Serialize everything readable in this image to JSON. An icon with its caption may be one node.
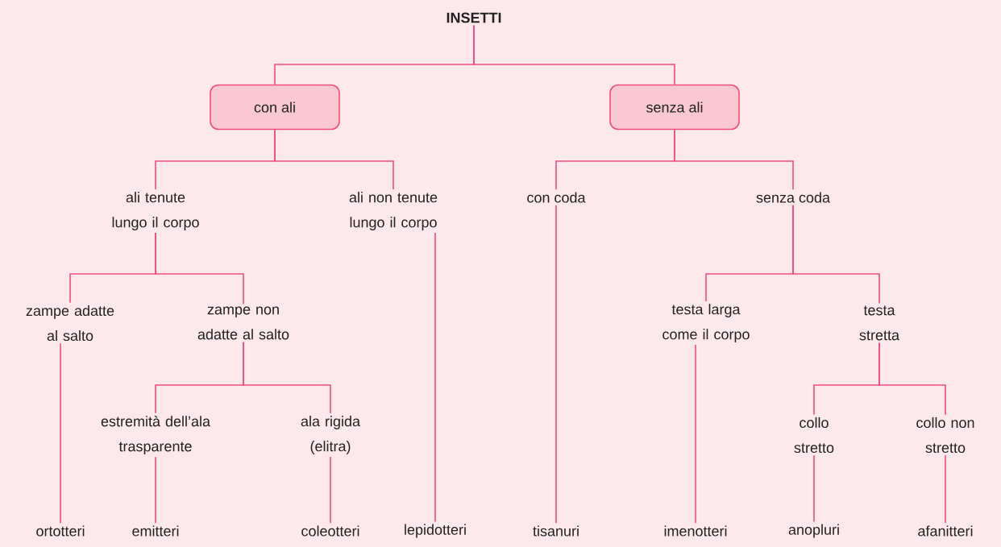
{
  "diagram": {
    "nodes": [
      {
        "text": [
          "INSETTI"
        ]
      },
      {
        "text": [
          "con ali"
        ]
      },
      {
        "text": [
          "senza ali"
        ]
      },
      {
        "text": [
          "ali tenute lungo il corpo"
        ]
      },
      {
        "text": [
          "ali non tenute lungo il corpo"
        ]
      },
      {
        "text": [
          "con coda"
        ]
      },
      {
        "text": [
          "senza coda"
        ]
      },
      {
        "text": [
          "zampe adatte al salto"
        ]
      },
      {
        "text": [
          "zampe non adatte al salto"
        ]
      },
      {
        "text": [
          "testa larga come il corpo"
        ]
      },
      {
        "text": [
          "testa stretta"
        ]
      },
      {
        "text": [
          "estremità dell’ala trasparente"
        ]
      },
      {
        "text": [
          "ala rigida (elitra)"
        ]
      },
      {
        "text": [
          "collo stretto"
        ]
      },
      {
        "text": [
          "collo non stretto"
        ]
      },
      {
        "text": [
          "ortotteri"
        ]
      },
      {
        "text": [
          "emitteri"
        ]
      },
      {
        "text": [
          "coleotteri"
        ]
      },
      {
        "text": [
          "lepidotteri"
        ]
      },
      {
        "text": [
          "tisanuri"
        ]
      },
      {
        "text": [
          "imenotteri"
        ]
      },
      {
        "text": [
          "anopluri"
        ]
      },
      {
        "text": [
          "afanitteri"
        ]
      }
    ],
    "edges": [
      {
        "from": 0,
        "to": 1,
        "arrow": "none"
      },
      {
        "from": 0,
        "to": 2,
        "arrow": "none"
      },
      {
        "from": 1,
        "to": 3,
        "arrow": "none"
      },
      {
        "from": 1,
        "to": 4,
        "arrow": "none"
      },
      {
        "from": 2,
        "to": 5,
        "arrow": "none"
      },
      {
        "from": 2,
        "to": 6,
        "arrow": "none"
      },
      {
        "from": 3,
        "to": 7,
        "arrow": "none"
      },
      {
        "from": 3,
        "to": 8,
        "arrow": "none"
      },
      {
        "from": 6,
        "to": 9,
        "arrow": "none"
      },
      {
        "from": 6,
        "to": 10,
        "arrow": "none"
      },
      {
        "from": 8,
        "to": 11,
        "arrow": "none"
      },
      {
        "from": 8,
        "to": 12,
        "arrow": "none"
      },
      {
        "from": 10,
        "to": 13,
        "arrow": "none"
      },
      {
        "from": 10,
        "to": 14,
        "arrow": "none"
      },
      {
        "from": 7,
        "to": 15,
        "arrow": "none"
      },
      {
        "from": 11,
        "to": 16,
        "arrow": "none"
      },
      {
        "from": 12,
        "to": 17,
        "arrow": "none"
      },
      {
        "from": 4,
        "to": 18,
        "arrow": "none"
      },
      {
        "from": 5,
        "to": 19,
        "arrow": "none"
      },
      {
        "from": 9,
        "to": 20,
        "arrow": "none"
      },
      {
        "from": 13,
        "to": 21,
        "arrow": "none"
      },
      {
        "from": 14,
        "to": 22,
        "arrow": "none"
      }
    ]
  }
}
